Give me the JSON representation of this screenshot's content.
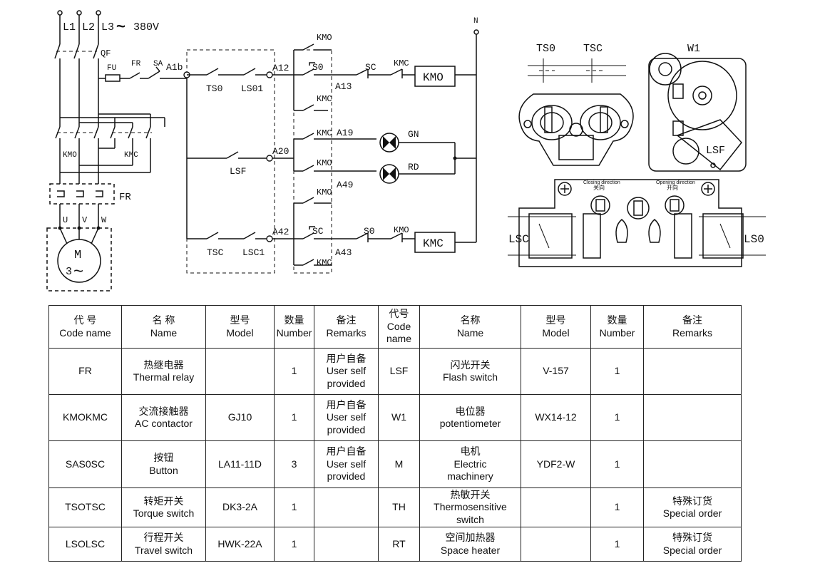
{
  "diagram": {
    "supply": {
      "phases": [
        "L1",
        "L2",
        "L3"
      ],
      "voltage": "380V"
    },
    "neutral": "N",
    "labels": {
      "qf": "QF",
      "fu": "FU",
      "fr": "FR",
      "sa": "SA",
      "a1b": "A1b",
      "a12": "A12",
      "a13": "A13",
      "a19": "A19",
      "a20": "A20",
      "a42": "A42",
      "a43": "A43",
      "a49": "A49",
      "ts0": "TS0",
      "ls01": "LS01",
      "lsf": "LSF",
      "tsc": "TSC",
      "lsc1": "LSC1",
      "s0": "S0",
      "sc": "SC",
      "kmo": "KMO",
      "kmc": "KMC",
      "gn": "GN",
      "rd": "RD",
      "coil_kmo": "KMO",
      "coil_kmc": "KMC",
      "fr_relay": "FR",
      "u": "U",
      "v": "V",
      "w": "W",
      "motor_m": "M",
      "motor_3": "3"
    },
    "mech": {
      "ts0": "TS0",
      "tsc": "TSC",
      "w1": "W1",
      "lsf": "LSF",
      "lsc": "LSC",
      "ls0": "LS0",
      "closing": "Closing direction",
      "closing_cn": "关向",
      "opening": "Opening direction",
      "opening_cn": "开向"
    }
  },
  "table": {
    "headers": [
      "代 号\nCode name",
      "名 称\nName",
      "型号\nModel",
      "数量\nNumber",
      "备注\nRemarks",
      "代号\nCode\nname",
      "名称\nName",
      "型号\nModel",
      "数量\nNumber",
      "备注\nRemarks"
    ],
    "rows": [
      [
        "FR",
        "热继电器\nThermal relay",
        "",
        "1",
        "用户自备\nUser self\nprovided",
        "LSF",
        "闪光开关\nFlash switch",
        "V-157",
        "1",
        ""
      ],
      [
        "KMOKMC",
        "交流接触器\nAC contactor",
        "GJ10",
        "1",
        "用户自备\nUser self\nprovided",
        "W1",
        "电位器\npotentiometer",
        "WX14-12",
        "1",
        ""
      ],
      [
        "SAS0SC",
        "按钮\nButton",
        "LA11-11D",
        "3",
        "用户自备\nUser self\nprovided",
        "M",
        "电机\nElectric\nmachinery",
        "YDF2-W",
        "1",
        ""
      ],
      [
        "TSOTSC",
        "转矩开关\nTorque switch",
        "DK3-2A",
        "1",
        "",
        "TH",
        "热敏开关\nThermosensitive\nswitch",
        "",
        "1",
        "特殊订货\nSpecial order"
      ],
      [
        "LSOLSC",
        "行程开关\nTravel switch",
        "HWK-22A",
        "1",
        "",
        "RT",
        "空间加热器\nSpace heater",
        "",
        "1",
        "特殊订货\nSpecial order"
      ]
    ]
  }
}
